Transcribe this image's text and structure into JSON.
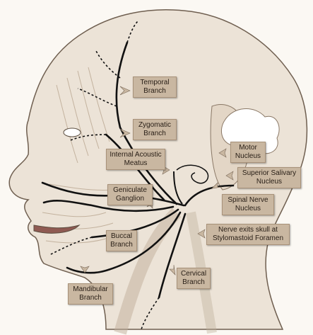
{
  "labels": {
    "temporal": [
      "Temporal",
      "Branch"
    ],
    "zygomatic": [
      "Zygomatic",
      "Branch"
    ],
    "internal_acoustic": [
      "Internal Acoustic",
      "Meatus"
    ],
    "geniculate": [
      "Geniculate",
      "Ganglion"
    ],
    "buccal": [
      "Buccal",
      "Branch"
    ],
    "mandibular": [
      "Mandibular",
      "Branch"
    ],
    "cervical": [
      "Cervical",
      "Branch"
    ],
    "motor": [
      "Motor",
      "Nucleus"
    ],
    "superior_salivary": [
      "Superior Salivary",
      "Nucleus"
    ],
    "spinal": [
      "Spinal Nerve",
      "Nucleus"
    ],
    "stylomastoid": [
      "Nerve exits skull at",
      "Stylomastoid Foramen"
    ]
  },
  "colors": {
    "skin": "#e9dfd2",
    "nerve": "#111111",
    "label_bg": "#c9b7a1",
    "outline": "#7a6a5a"
  }
}
